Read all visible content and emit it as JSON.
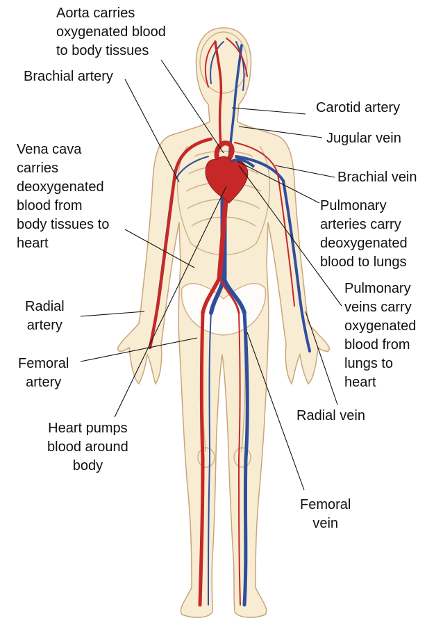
{
  "colors": {
    "artery": "#c62828",
    "vein": "#2f4f9e",
    "skin": "#f8ecd2",
    "bone": "#ffffff",
    "outline": "#c9a57c",
    "leader": "#111111"
  },
  "labels": {
    "aorta": "Aorta carries\noxygenated blood\nto body tissues",
    "brachial_artery": "Brachial artery",
    "carotid_artery": "Carotid artery",
    "jugular_vein": "Jugular vein",
    "vena_cava": "Vena cava\ncarries\ndeoxygenated\nblood from\nbody tissues to\nheart",
    "brachial_vein": "Brachial vein",
    "pulmonary_arteries": "Pulmonary\narteries carry\ndeoxygenated\nblood to lungs",
    "pulmonary_veins": "Pulmonary\nveins carry\noxygenated\nblood from\nlungs to\nheart",
    "radial_artery": "Radial\nartery",
    "femoral_artery": "Femoral\nartery",
    "radial_vein": "Radial vein",
    "heart_pumps": "Heart pumps\nblood around\nbody",
    "femoral_vein": "Femoral\nvein"
  }
}
